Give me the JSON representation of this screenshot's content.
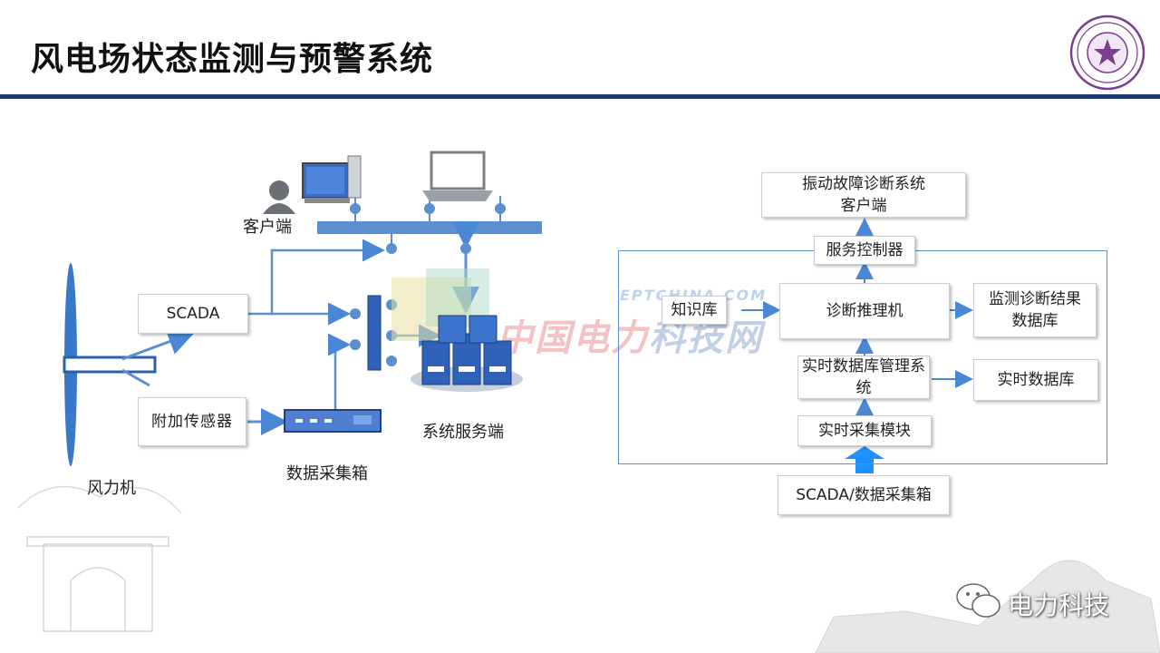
{
  "title": "风电场状态监测与预警系统",
  "left": {
    "client_label": "客户端",
    "scada": "SCADA",
    "sensor": "附加传感器",
    "daq": "数据采集箱",
    "server": "系统服务端",
    "turbine": "风力机"
  },
  "right": {
    "client": "振动故障诊断系统客户端",
    "service_controller": "服务控制器",
    "knowledge_base": "知识库",
    "inference": "诊断推理机",
    "result_db": "监测诊断结果数据库",
    "rtdb_mgmt": "实时数据库管理系统",
    "rtdb": "实时数据库",
    "acquisition": "实时采集模块",
    "source": "SCADA/数据采集箱"
  },
  "watermark": {
    "url": "EPTCHINA.COM",
    "name_a": "中国电力",
    "name_b": "科技网"
  },
  "footer": {
    "wechat": "电力科技"
  },
  "colors": {
    "title_rule": "#1f3a6e",
    "connector": "#5b8fd0",
    "arrow": "#4a88d6"
  }
}
